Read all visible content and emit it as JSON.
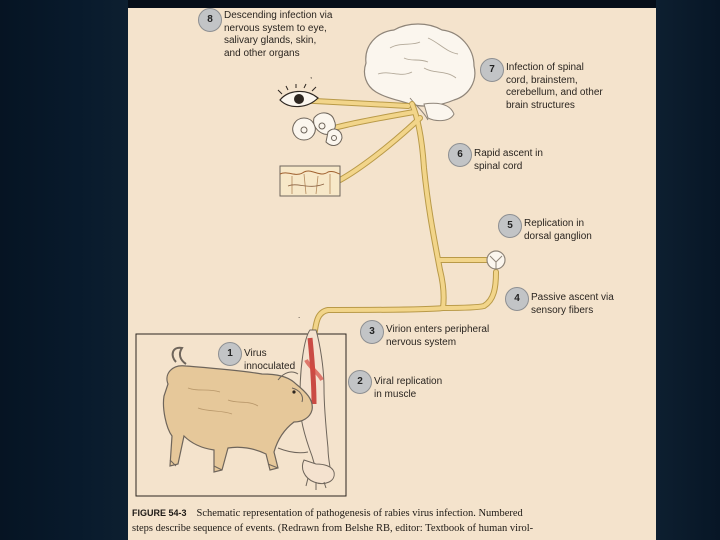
{
  "steps": [
    {
      "n": "1",
      "label": "Virus\ninnoculated"
    },
    {
      "n": "2",
      "label": "Viral replication\nin muscle"
    },
    {
      "n": "3",
      "label": "Virion enters peripheral\nnervous system"
    },
    {
      "n": "4",
      "label": "Passive ascent via\nsensory fibers"
    },
    {
      "n": "5",
      "label": "Replication in\ndorsal ganglion"
    },
    {
      "n": "6",
      "label": "Rapid ascent in\nspinal cord"
    },
    {
      "n": "7",
      "label": "Infection of spinal\ncord, brainstem,\ncerebellum, and other\nbrain structures"
    },
    {
      "n": "8",
      "label": "Descending infection via\nnervous system to eye,\nsalivary glands, skin,\nand other organs"
    }
  ],
  "caption": {
    "figure": "FIGURE 54-3",
    "line1": "Schematic representation of pathogenesis of rabies virus infection. Numbered",
    "line2": "steps describe sequence of events. (Redrawn from Belshe RB, editor: Textbook of human virol-"
  },
  "colors": {
    "background": "#f4e3cc",
    "nerve": "#f2d58a",
    "nerve_outline": "#b99a48",
    "badge": "#c2c4c6",
    "frame": "#061423"
  },
  "icons": [
    "brain-icon",
    "eye-icon",
    "salivary-gland-icon",
    "skin-icon",
    "dorsal-ganglion-icon",
    "dog-icon",
    "arm-icon"
  ]
}
